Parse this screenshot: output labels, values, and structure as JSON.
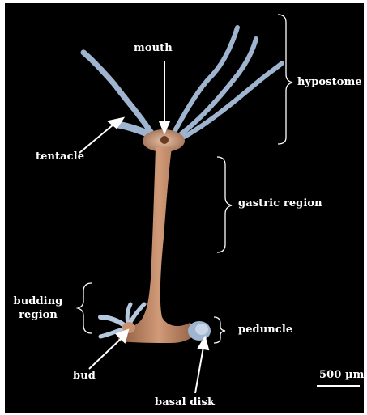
{
  "labels": {
    "mouth": "mouth",
    "hypostome": "hypostome",
    "tentacle": "tentacle",
    "gastric_region": "gastric region",
    "budding_region": "budding region",
    "peduncle": "peduncle",
    "bud": "bud",
    "basal_disk": "basal disk"
  },
  "scale_bar": {
    "label": "500 µm"
  },
  "colors": {
    "background": "#000000",
    "annotation": "#ffffff",
    "body": "#c08a6a",
    "tentacle": "#a9bfd9"
  }
}
